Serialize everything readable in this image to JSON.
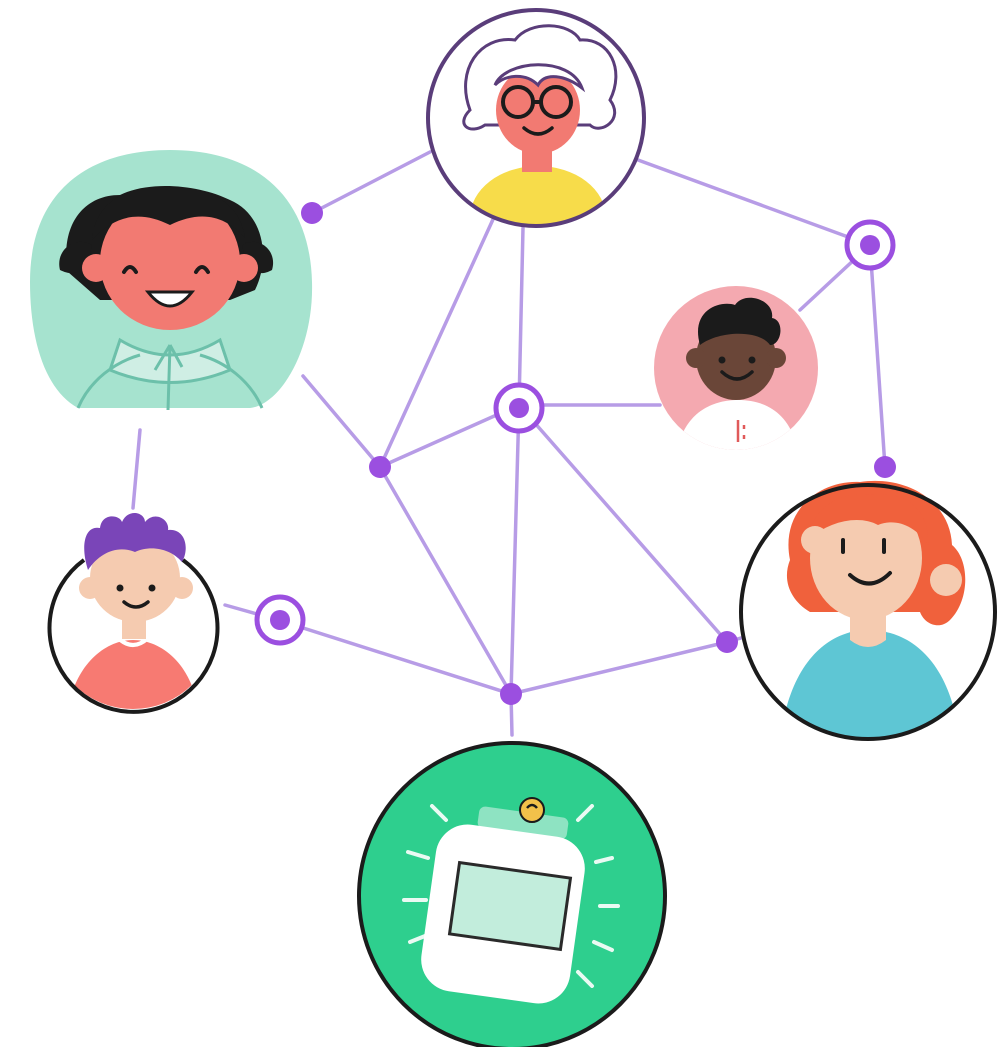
{
  "diagram": {
    "type": "network",
    "colors": {
      "edge": "#b79ce6",
      "node_dot": "#9b4fe0",
      "hub_ring": "#9b4fe0",
      "outline": "#1c1c1c",
      "grandma_outline": "#5a3d7a",
      "teal_bg": "#a6e3cf",
      "pink_bg": "#f4a9b0",
      "green_bg": "#2ecf8e",
      "skin_light": "#f5cbb0",
      "skin_coral": "#f27a72",
      "skin_dark": "#6a4638"
    },
    "people": [
      {
        "id": "grandma",
        "icon": "grandma-avatar-icon"
      },
      {
        "id": "woman",
        "icon": "woman-avatar-icon"
      },
      {
        "id": "child",
        "icon": "child-avatar-icon"
      },
      {
        "id": "boy",
        "icon": "boy-avatar-icon"
      },
      {
        "id": "redhead",
        "icon": "redhead-avatar-icon"
      }
    ],
    "device": {
      "id": "jar",
      "icon": "money-jar-icon"
    }
  }
}
